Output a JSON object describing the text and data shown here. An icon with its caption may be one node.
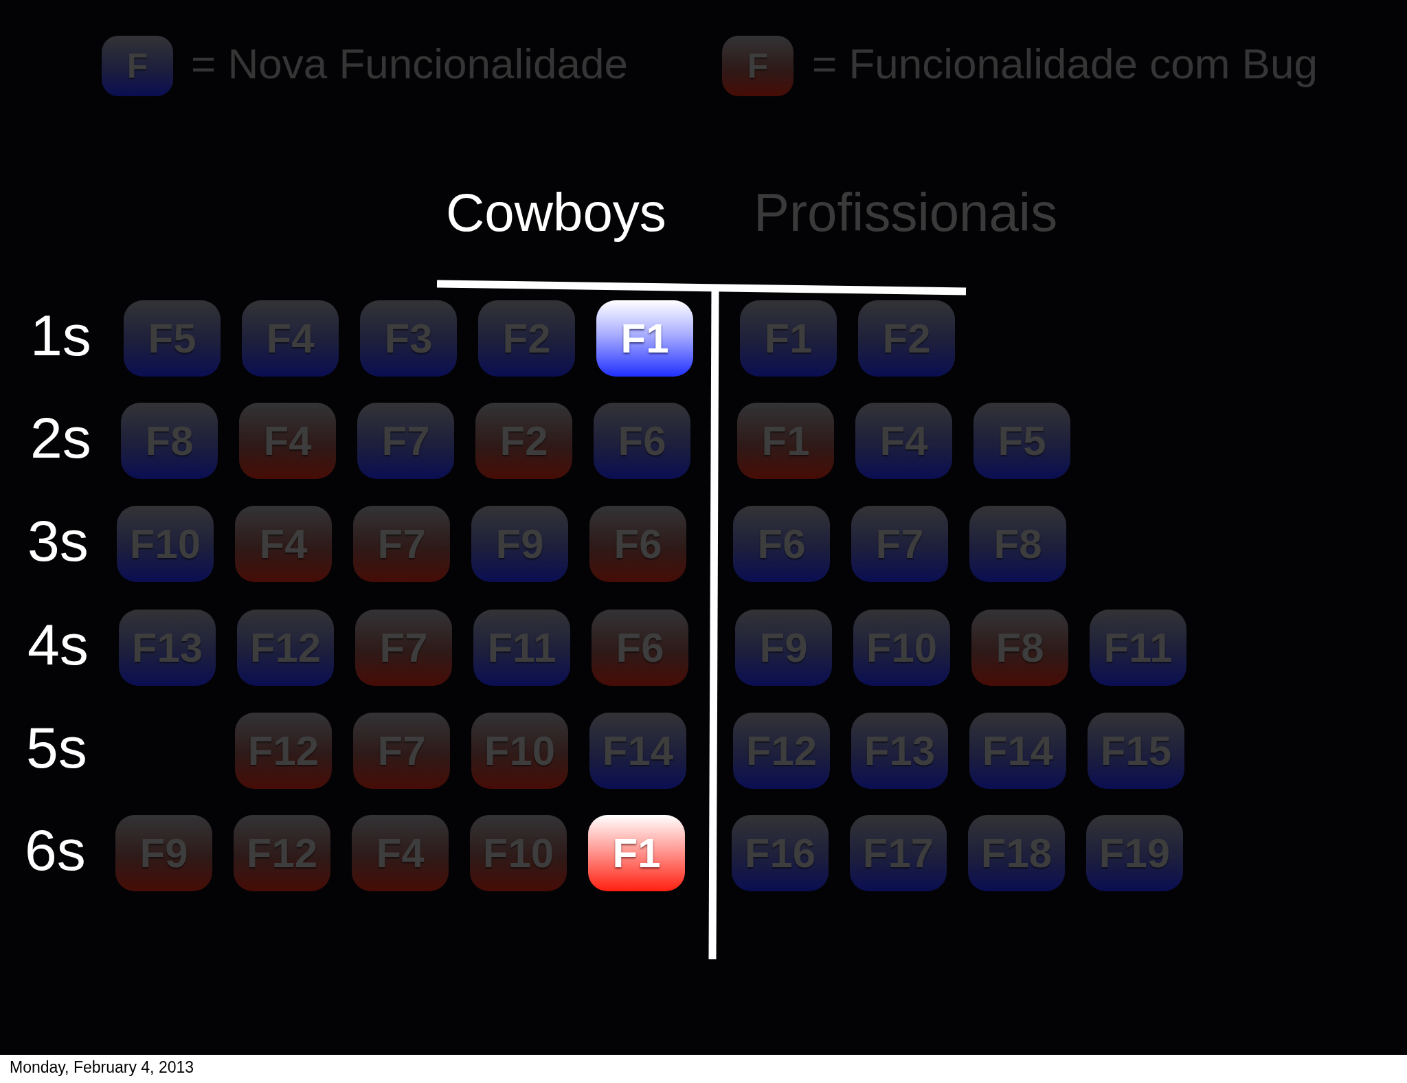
{
  "diagram": {
    "nodes": [
      {
        "text": [
          "F"
        ],
        "beside": [
          "= Nova Funcionalidade"
        ]
      },
      {
        "text": [
          "F"
        ],
        "beside": [
          "= Funcionalidade com Bug"
        ]
      },
      {
        "text": [
          "F5"
        ]
      },
      {
        "text": [
          "F4"
        ]
      },
      {
        "text": [
          "F3"
        ]
      },
      {
        "text": [
          "F2"
        ]
      },
      {
        "text": [
          "F1"
        ]
      },
      {
        "text": [
          "F1"
        ]
      },
      {
        "text": [
          "F2"
        ]
      },
      {
        "text": [
          "F8"
        ]
      },
      {
        "text": [
          "F4"
        ]
      },
      {
        "text": [
          "F7"
        ]
      },
      {
        "text": [
          "F2"
        ]
      },
      {
        "text": [
          "F6"
        ]
      },
      {
        "text": [
          "F1"
        ]
      },
      {
        "text": [
          "F4"
        ]
      },
      {
        "text": [
          "F5"
        ]
      },
      {
        "text": [
          "F10"
        ]
      },
      {
        "text": [
          "F4"
        ]
      },
      {
        "text": [
          "F7"
        ]
      },
      {
        "text": [
          "F9"
        ]
      },
      {
        "text": [
          "F6"
        ]
      },
      {
        "text": [
          "F6"
        ]
      },
      {
        "text": [
          "F7"
        ]
      },
      {
        "text": [
          "F8"
        ]
      },
      {
        "text": [
          "F13"
        ]
      },
      {
        "text": [
          "F12"
        ]
      },
      {
        "text": [
          "F7"
        ]
      },
      {
        "text": [
          "F11"
        ]
      },
      {
        "text": [
          "F6"
        ]
      },
      {
        "text": [
          "F9"
        ]
      },
      {
        "text": [
          "F10"
        ]
      },
      {
        "text": [
          "F8"
        ]
      },
      {
        "text": [
          "F11"
        ]
      },
      {
        "text": [
          "F12"
        ]
      },
      {
        "text": [
          "F7"
        ]
      },
      {
        "text": [
          "F10"
        ]
      },
      {
        "text": [
          "F14"
        ]
      },
      {
        "text": [
          "F12"
        ]
      },
      {
        "text": [
          "F13"
        ]
      },
      {
        "text": [
          "F14"
        ]
      },
      {
        "text": [
          "F15"
        ]
      },
      {
        "text": [
          "F9"
        ]
      },
      {
        "text": [
          "F12"
        ]
      },
      {
        "text": [
          "F4"
        ]
      },
      {
        "text": [
          "F10"
        ]
      },
      {
        "text": [
          "F1"
        ]
      },
      {
        "text": [
          "F16"
        ]
      },
      {
        "text": [
          "F17"
        ]
      },
      {
        "text": [
          "F18"
        ]
      },
      {
        "text": [
          "F19"
        ]
      }
    ],
    "labels": [
      "Cowboys",
      "Profissionais",
      "1s",
      "2s",
      "3s",
      "4s",
      "5s",
      "6s",
      "Monday, February 4, 2013"
    ]
  }
}
